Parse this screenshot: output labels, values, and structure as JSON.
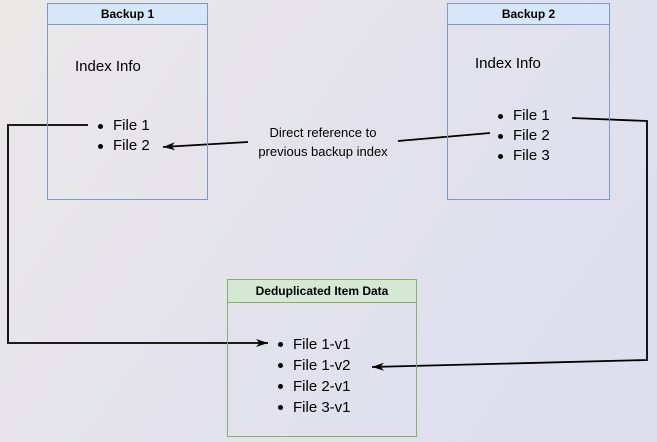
{
  "diagram": {
    "backup1": {
      "title": "Backup 1",
      "subtitle": "Index Info",
      "files": [
        "File 1",
        "File 2"
      ]
    },
    "backup2": {
      "title": "Backup 2",
      "subtitle": "Index Info",
      "files": [
        "File 1",
        "File 2",
        "File 3"
      ]
    },
    "dedup": {
      "title": "Deduplicated Item Data",
      "files": [
        "File 1-v1",
        "File 1-v2",
        "File 2-v1",
        "File 3-v1"
      ]
    },
    "annotation": {
      "line1": "Direct reference to",
      "line2": "previous backup index"
    }
  },
  "colors": {
    "blue_border": "#7b9bc6",
    "blue_fill": "#d6e7f9",
    "green_border": "#82b366",
    "green_fill": "#d5e8d4",
    "line_color": "#000000",
    "bg_from": "#eae8e7",
    "bg_to": "#dedeef",
    "text_color": "#000000"
  }
}
